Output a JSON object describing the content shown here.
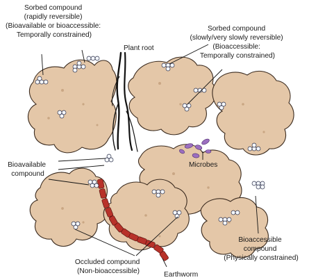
{
  "labels": {
    "sorbed_rapid": [
      "Sorbed compound",
      "(rapidly reversible)",
      "(Bioavailable or bioaccessible:",
      "Temporally constrained)"
    ],
    "plant_root": "Plant root",
    "sorbed_slow": [
      "Sorbed compound",
      "(slowly/very slowly reversible)",
      "(Bioaccessible:",
      "Temporally constrained)"
    ],
    "bioavailable": [
      "Bioavailable",
      "compound"
    ],
    "microbes": "Microbes",
    "bioaccessible": [
      "Bioaccessible",
      "compound",
      "(Physically constrained)"
    ],
    "occluded": [
      "Occluded compound",
      "(Non-bioaccessible)"
    ],
    "earthworm": "Earthworm"
  },
  "colors": {
    "aggregate_fill": "#e4c7a8",
    "aggregate_outline": "#3a2a1e",
    "earthworm": "#b8322a",
    "microbes": "#9c6fc0",
    "root": "#111111"
  }
}
